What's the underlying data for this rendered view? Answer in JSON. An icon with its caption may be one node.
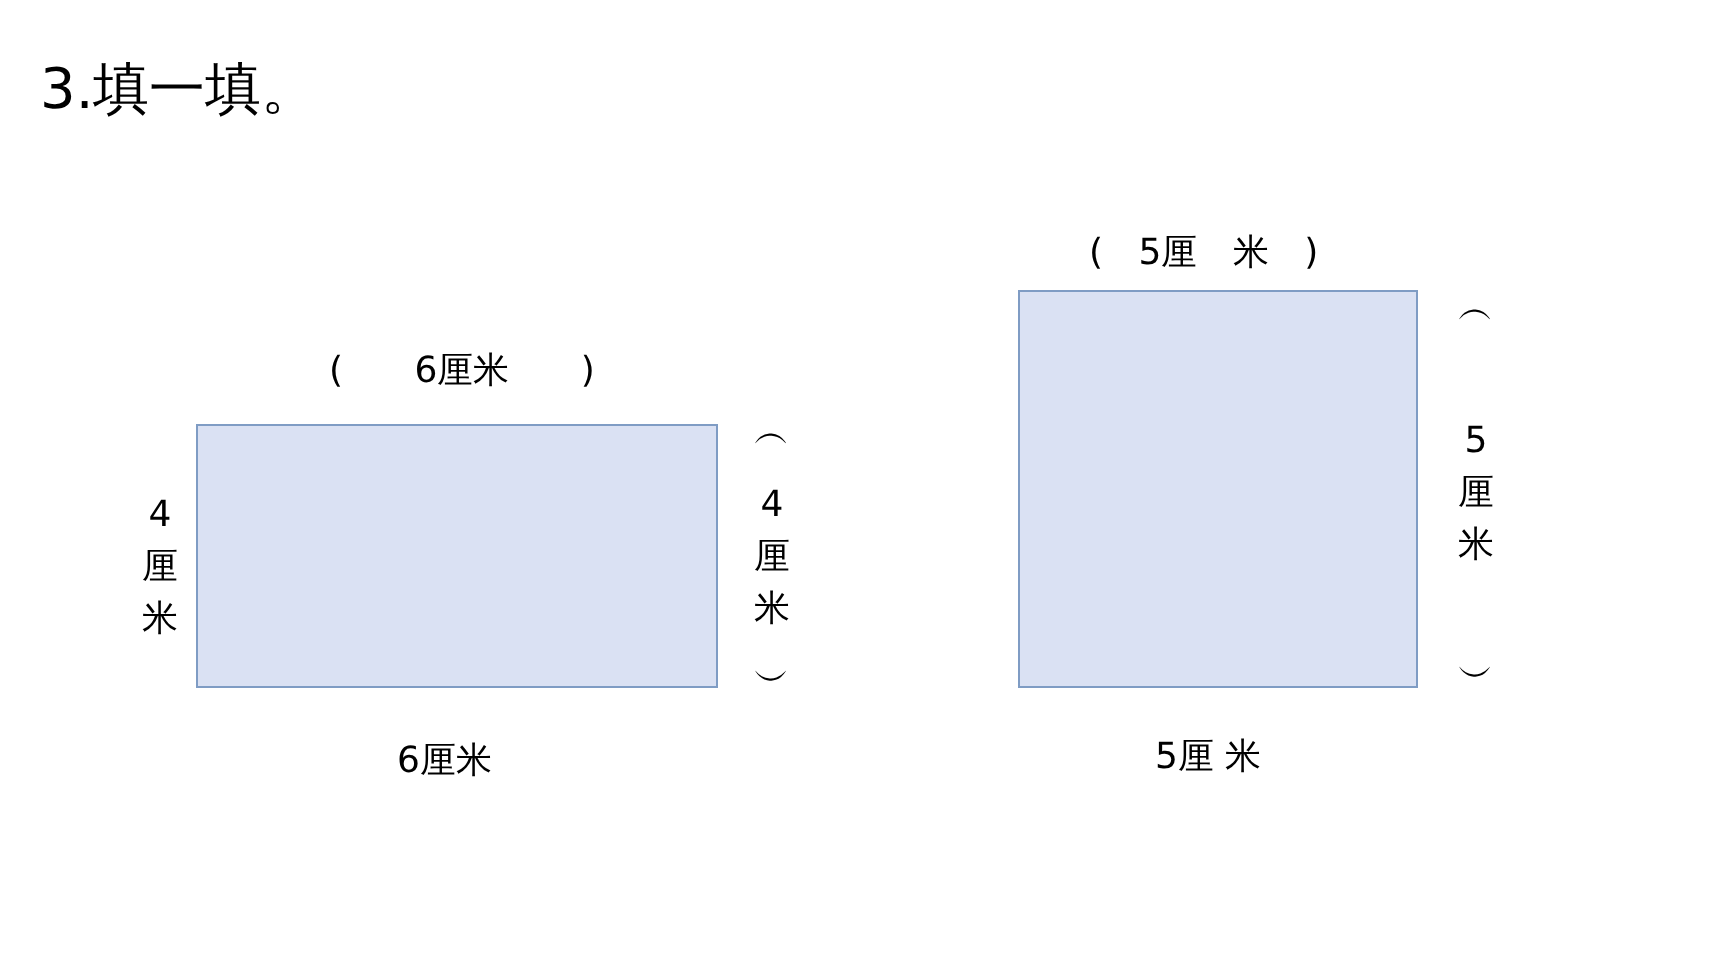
{
  "diagram": {
    "title": "3.填一填。",
    "nodes": [
      {
        "text": [],
        "shape": "box",
        "beside": [
          "( 6厘米 )",
          "4厘米",
          "︵ 4厘米 ︶",
          "6厘米"
        ]
      },
      {
        "text": [],
        "shape": "box",
        "beside": [
          "( 5厘 米 )",
          "︵ 5厘米 ︶",
          "5厘 米"
        ]
      }
    ]
  }
}
